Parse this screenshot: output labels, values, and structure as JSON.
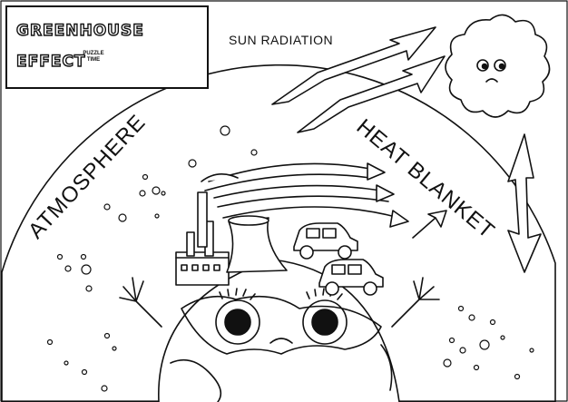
{
  "title": {
    "line1": "GREENHOUSE",
    "line2": "EFFECT"
  },
  "badge": {
    "line1": "PUZZLE",
    "line2": "TIME"
  },
  "labels": {
    "sun_radiation": "SUN RADIATION",
    "atmosphere": "ATMOSPHERE",
    "heat_blanket": "HEAT BLANKET"
  },
  "icons": {
    "logo": "earth-mascot-icon",
    "sun": "sun-face-icon",
    "earth": "earth-face-icon",
    "factory": "factory-icon",
    "power_plant": "cooling-tower-icon",
    "car": "car-icon"
  },
  "colors": {
    "line": "#111111",
    "background": "#ffffff"
  }
}
